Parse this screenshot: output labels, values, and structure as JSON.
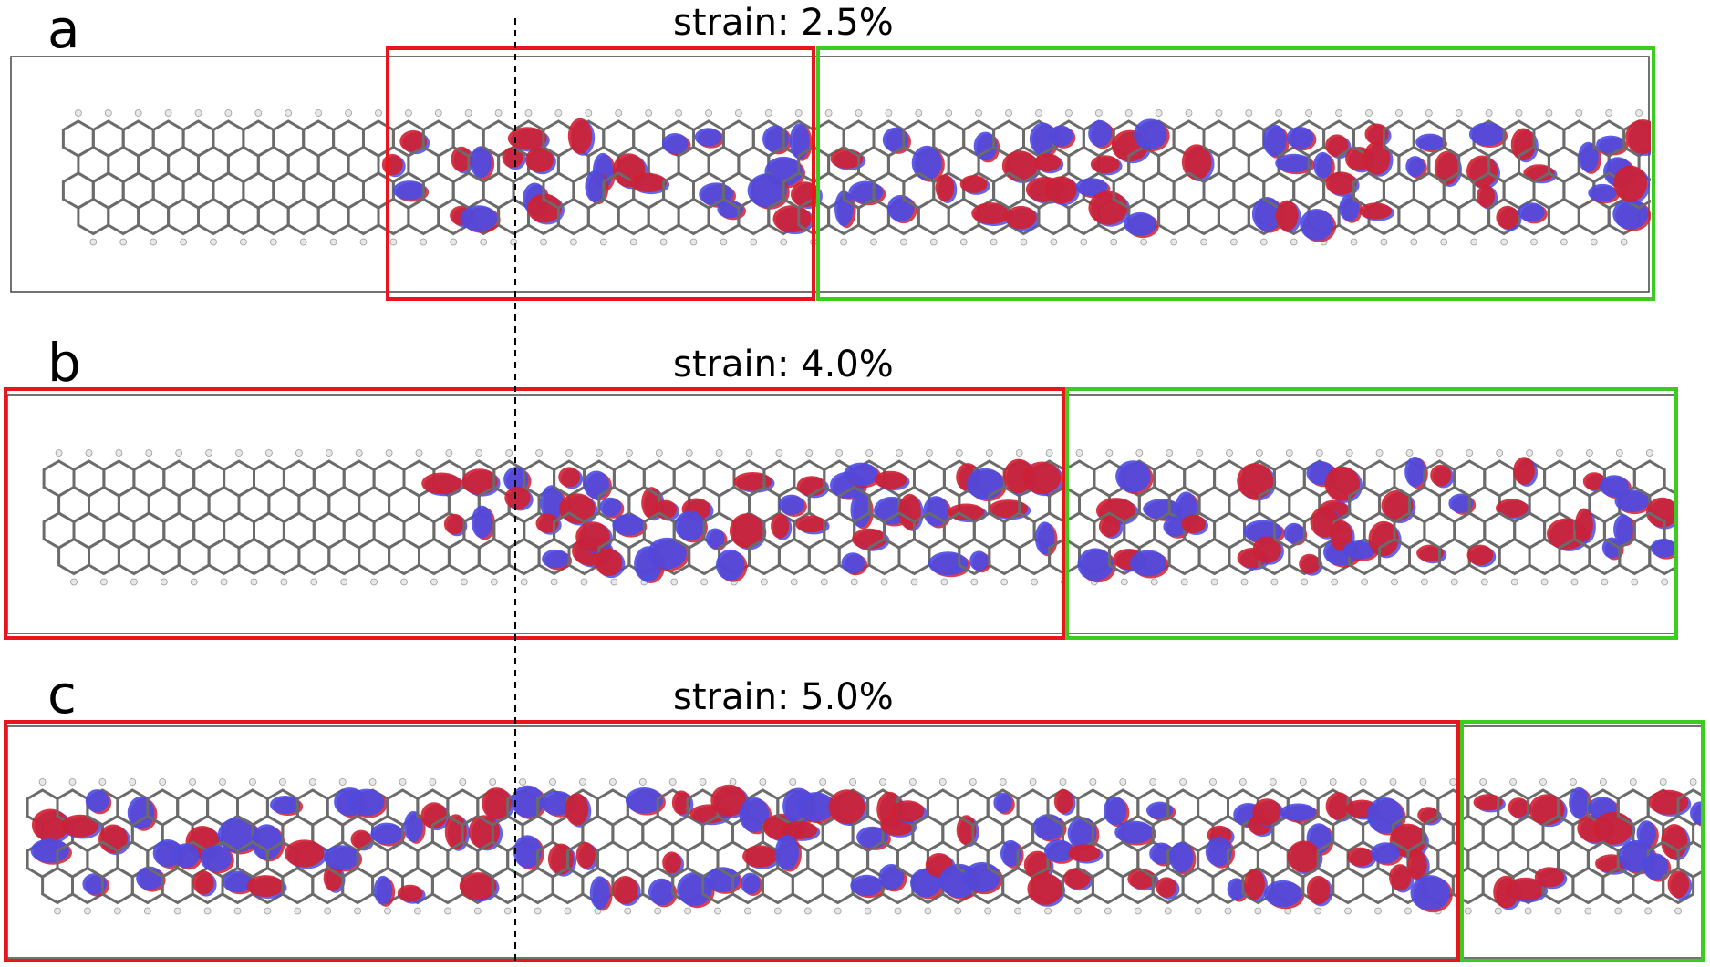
{
  "figure": {
    "colors": {
      "positive_lobe": "#d11f2f",
      "negative_lobe": "#4a4ae6",
      "bond": "#6b6b6b",
      "hydrogen": "#e8e8e8",
      "region_red": "#e8161c",
      "region_green": "#3ccc1f",
      "cell_outline": "#444444"
    },
    "panels": [
      {
        "id": "a",
        "letter": "a",
        "strain_label": "strain: 2.5%",
        "ribbon_start": 0.03,
        "density_from": 0.23
      },
      {
        "id": "b",
        "letter": "b",
        "strain_label": "strain: 4.0%",
        "ribbon_start": 0.02,
        "density_from": 0.26
      },
      {
        "id": "c",
        "letter": "c",
        "strain_label": "strain: 5.0%",
        "ribbon_start": 0.01,
        "density_from": 0.0
      }
    ]
  }
}
